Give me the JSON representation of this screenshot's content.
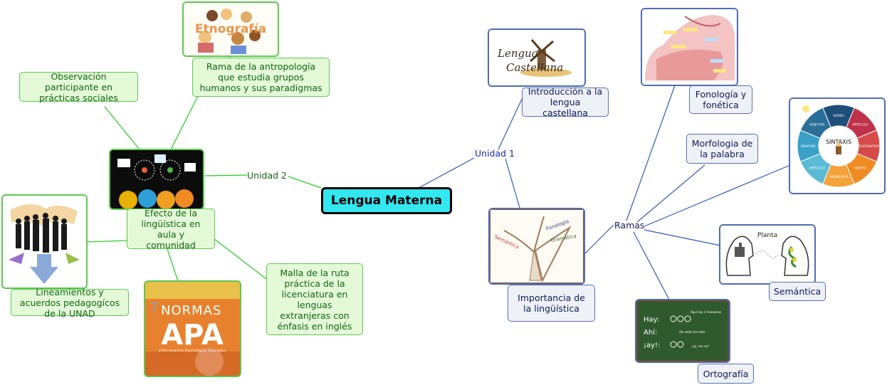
{
  "central": "Lengua Materna",
  "branches": {
    "unidad1": "Unidad 1",
    "unidad2": "Unidad 2",
    "ramas": "Ramas"
  },
  "left_nodes": {
    "rama": "Rama de la antropología que estudia grupos humanos y sus paradigmas",
    "observacion": "Observación participante en prácticas sociales",
    "efecto": "Efecto de la lingüística en aula y comunidad",
    "lineamientos": "Lineamientos y acuerdos pedagogícos de la UNAD",
    "malla": "Malla de la ruta práctica de la licenciatura en lenguas extranjeras con énfasis en inglés"
  },
  "right_nodes": {
    "introduccion": "Introducción a la lengua castellana",
    "importancia": "Importancia de la lingüística",
    "fonologia": "Fonología y fonética",
    "morfologia": "Morfologia de la palabra",
    "semantica": "Semántica",
    "ortografia": "Ortografía"
  },
  "images": {
    "etnografia": "Etnografía",
    "lengua_castellana_1": "Lengua",
    "lengua_castellana_2": "Castellana",
    "normas_num": "7",
    "normas_word": "NORMAS",
    "normas_apa": "APA",
    "normas_sub": "of the American Psychological Association",
    "sintaxis": "SINTAXIS",
    "sintaxis_segments": [
      "VERBO",
      "ARTÍCULO",
      "SUSTANTIVO",
      "SUJETO",
      "PREDICADO",
      "ARTÍCULO",
      "ORACIÓN",
      "ADJETIVO"
    ],
    "arbol_words": [
      "Semántica",
      "Fonología",
      "Gramática"
    ],
    "planta": "Planta",
    "pizarra_lines": [
      "Hay:",
      "Ahí:",
      "¡ay!:"
    ],
    "pizarra_notes": [
      "Aquí hay 3 manzanas",
      "Ahí están las mías",
      "¡ay, me caí!"
    ]
  },
  "colors": {
    "central_fill": "#33e6f0",
    "green_fill": "#e4f9d8",
    "green_border": "#5cc94e",
    "blue_fill": "#eef2f7",
    "blue_border": "#4f6db3",
    "blue_line": "#2f59c2",
    "green_line": "#22cc22"
  }
}
